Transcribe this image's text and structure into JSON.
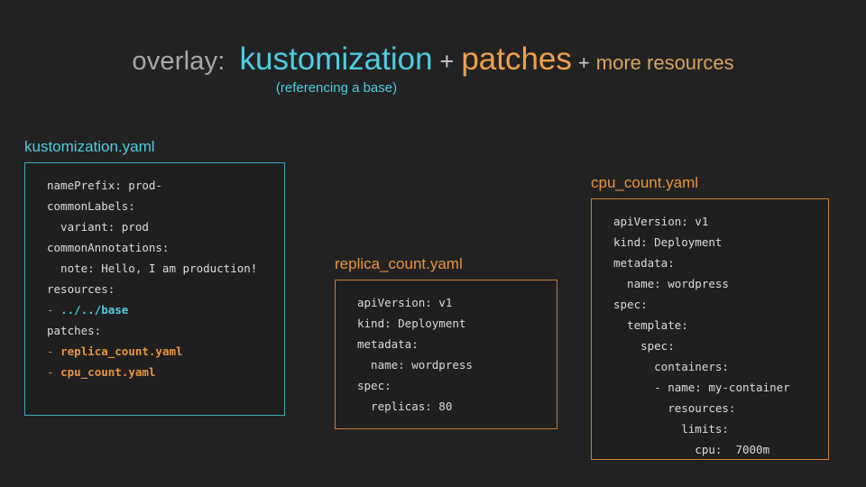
{
  "heading": {
    "label_overlay": "overlay:",
    "term_kustomization": "kustomization",
    "plus_1": "+",
    "term_patches": "patches",
    "plus_2": "+",
    "term_more_resources": "more resources",
    "subtitle": "(referencing a base)",
    "colors": {
      "label": "#a8a8a8",
      "cyan": "#4ecde0",
      "orange": "#f0a04b",
      "orange_dim": "#d9a45f",
      "plus": "#c9c9c9",
      "background": "#222222"
    }
  },
  "panels": [
    {
      "title": "kustomization.yaml",
      "accent": "#4ecde0",
      "lines": [
        [
          {
            "t": "namePrefix: prod-",
            "c": "plain"
          }
        ],
        [
          {
            "t": "commonLabels:",
            "c": "plain"
          }
        ],
        [
          {
            "t": "  variant: prod",
            "c": "plain"
          }
        ],
        [
          {
            "t": "commonAnnotations:",
            "c": "plain"
          }
        ],
        [
          {
            "t": "  note: Hello, I am production!",
            "c": "plain"
          }
        ],
        [
          {
            "t": "resources:",
            "c": "plain"
          }
        ],
        [
          {
            "t": "- ",
            "c": "dash"
          },
          {
            "t": "../../base",
            "c": "cyan"
          }
        ],
        [
          {
            "t": "patches:",
            "c": "plain"
          }
        ],
        [
          {
            "t": "- ",
            "c": "dash"
          },
          {
            "t": "replica_count.yaml",
            "c": "orange"
          }
        ],
        [
          {
            "t": "- ",
            "c": "dash"
          },
          {
            "t": "cpu_count.yaml",
            "c": "orange"
          }
        ]
      ]
    },
    {
      "title": "replica_count.yaml",
      "accent": "#e8953f",
      "lines": [
        [
          {
            "t": "apiVersion: v1",
            "c": "plain"
          }
        ],
        [
          {
            "t": "kind: Deployment",
            "c": "plain"
          }
        ],
        [
          {
            "t": "metadata:",
            "c": "plain"
          }
        ],
        [
          {
            "t": "  name: wordpress",
            "c": "plain"
          }
        ],
        [
          {
            "t": "spec:",
            "c": "plain"
          }
        ],
        [
          {
            "t": "  replicas: 80",
            "c": "plain"
          }
        ]
      ]
    },
    {
      "title": "cpu_count.yaml",
      "accent": "#e8953f",
      "lines": [
        [
          {
            "t": "apiVersion: v1",
            "c": "plain"
          }
        ],
        [
          {
            "t": "kind: Deployment",
            "c": "plain"
          }
        ],
        [
          {
            "t": "metadata:",
            "c": "plain"
          }
        ],
        [
          {
            "t": "  name: wordpress",
            "c": "plain"
          }
        ],
        [
          {
            "t": "spec:",
            "c": "plain"
          }
        ],
        [
          {
            "t": "  template:",
            "c": "plain"
          }
        ],
        [
          {
            "t": "    spec:",
            "c": "plain"
          }
        ],
        [
          {
            "t": "      containers:",
            "c": "plain"
          }
        ],
        [
          {
            "t": "      - name: my-container",
            "c": "plain"
          }
        ],
        [
          {
            "t": "        resources:",
            "c": "plain"
          }
        ],
        [
          {
            "t": "          limits:",
            "c": "plain"
          }
        ],
        [
          {
            "t": "            cpu:  7000m",
            "c": "plain"
          }
        ]
      ]
    }
  ]
}
